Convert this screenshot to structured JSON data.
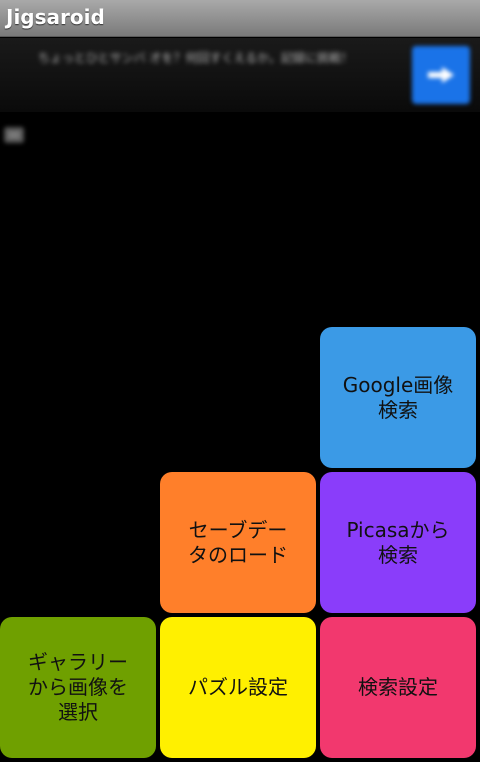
{
  "app": {
    "title": "Jigsaroid"
  },
  "ad": {
    "text": "ちょっとひとサンバ 才を？何回すくえるか。記録に挑戦！"
  },
  "tiles": {
    "google_search": {
      "label": "Google画像\n検索",
      "color": "#3b9ae6"
    },
    "save_data_load": {
      "label": "セーブデー\nタのロード",
      "color": "#ff7f2a"
    },
    "picasa_search": {
      "label": "Picasaから\n検索",
      "color": "#8a3dfa"
    },
    "gallery_select": {
      "label": "ギャラリー\nから画像を\n選択",
      "color": "#6fa000"
    },
    "puzzle_settings": {
      "label": "パズル設定",
      "color": "#fff000"
    },
    "search_settings": {
      "label": "検索設定",
      "color": "#f2386e"
    }
  }
}
